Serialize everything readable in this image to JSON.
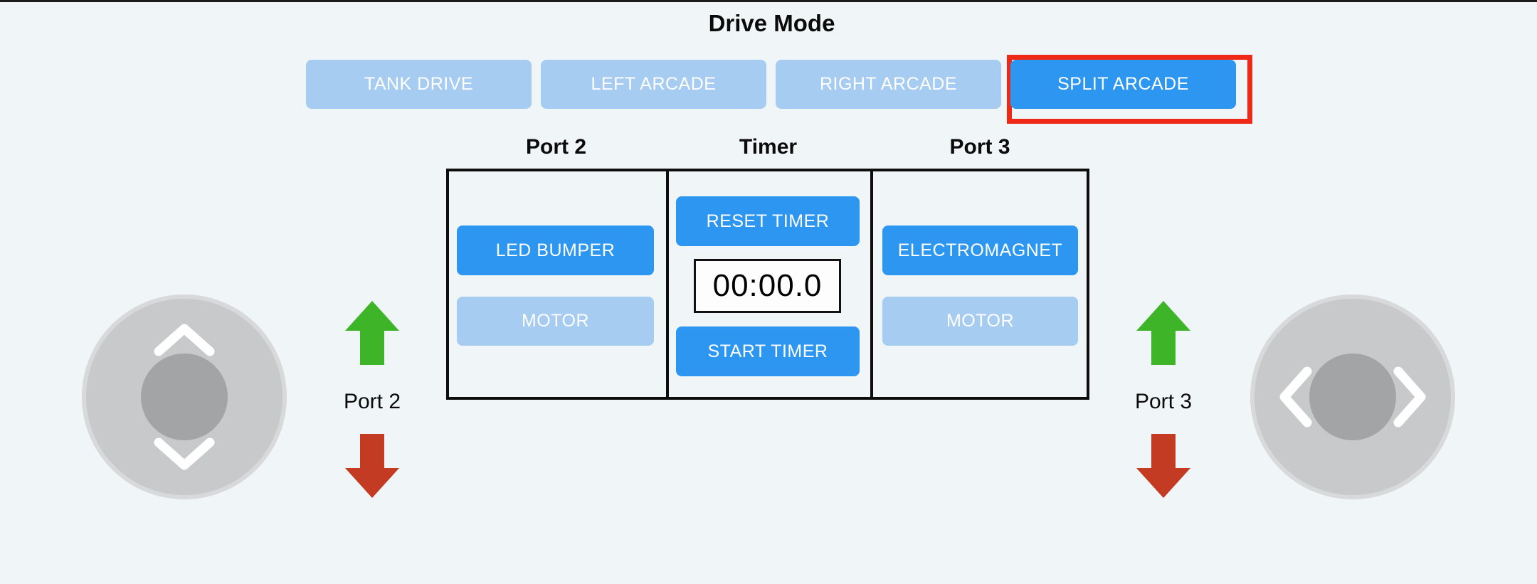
{
  "drive_mode": {
    "title": "Drive Mode",
    "buttons": [
      {
        "label": "TANK DRIVE",
        "state": "inactive"
      },
      {
        "label": "LEFT ARCADE",
        "state": "inactive"
      },
      {
        "label": "RIGHT ARCADE",
        "state": "inactive"
      },
      {
        "label": "SPLIT ARCADE",
        "state": "selected"
      }
    ]
  },
  "control_panel": {
    "port2": {
      "header": "Port 2",
      "buttons": [
        {
          "label": "LED BUMPER",
          "state": "active"
        },
        {
          "label": "MOTOR",
          "state": "inactive"
        }
      ]
    },
    "timer": {
      "header": "Timer",
      "reset_button": "RESET TIMER",
      "display": "00:00.0",
      "start_button": "START TIMER"
    },
    "port3": {
      "header": "Port 3",
      "buttons": [
        {
          "label": "ELECTROMAGNET",
          "state": "active"
        },
        {
          "label": "MOTOR",
          "state": "inactive"
        }
      ]
    }
  },
  "indicators": {
    "left": {
      "label": "Port 2",
      "up_icon": "green-up-arrow",
      "down_icon": "red-down-arrow"
    },
    "right": {
      "label": "Port 3",
      "up_icon": "green-up-arrow",
      "down_icon": "red-down-arrow"
    }
  },
  "joysticks": {
    "left": {
      "orientation": "vertical"
    },
    "right": {
      "orientation": "horizontal"
    }
  },
  "colors": {
    "background": "#f0f5f8",
    "active_button": "#2d96f1",
    "inactive_button": "#a6ccf2",
    "selected_highlight": "#ef2917",
    "panel_border": "#0d0d0d",
    "arrow_green": "#3eb428",
    "arrow_red": "#c23b22",
    "joystick_base": "#c7c9ca",
    "joystick_knob": "#a2a4a5"
  }
}
